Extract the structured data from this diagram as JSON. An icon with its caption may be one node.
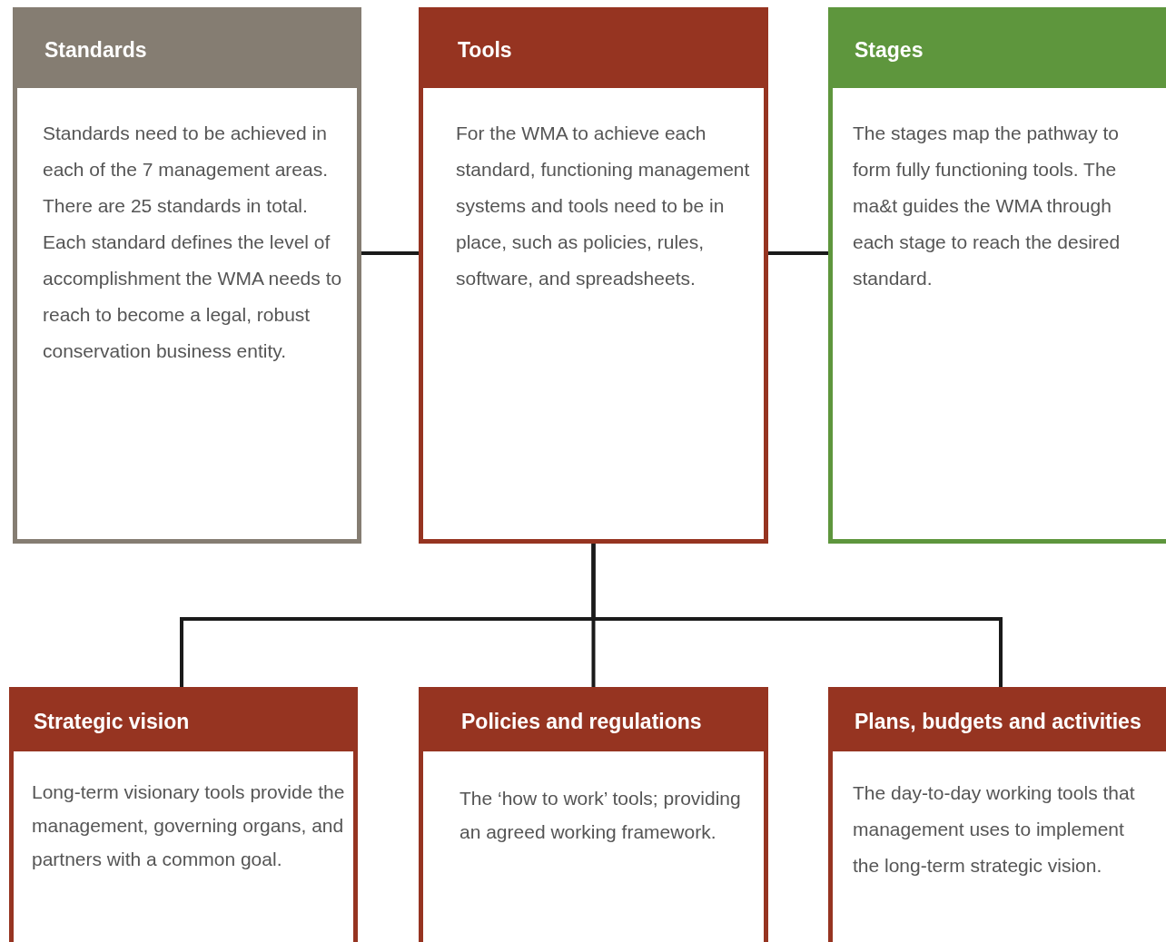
{
  "diagram": {
    "nodes": [
      {
        "text": [
          "Standards",
          "Standards need to be achieved in each of the 7 management areas. There are 25 standards in total. Each standard defines the level of accomplishment the WMA needs to reach to become a legal, robust conservation business entity."
        ]
      },
      {
        "text": [
          "Tools",
          "For the WMA to achieve each standard, functioning management systems and tools need to be in place, such as policies, rules, software, and spreadsheets."
        ]
      },
      {
        "text": [
          "Stages",
          "The stages map the pathway to form fully functioning tools. The ma&t guides the WMA through each stage to reach the desired standard."
        ]
      },
      {
        "text": [
          "Strategic vision",
          "Long-term visionary tools provide the management, governing organs, and partners with a common goal."
        ]
      },
      {
        "text": [
          "Policies and regulations",
          "The ‘how to work’ tools; providing an agreed working framework."
        ]
      },
      {
        "text": [
          "Plans, budgets and activities",
          "The day-to-day working tools that management uses to implement the long-term strategic vision."
        ]
      }
    ],
    "edges": [
      {
        "from": 0,
        "to": 1,
        "arrow": "none"
      },
      {
        "from": 1,
        "to": 2,
        "arrow": "none"
      },
      {
        "from": 1,
        "to": 3,
        "arrow": "none"
      },
      {
        "from": 1,
        "to": 4,
        "arrow": "none"
      },
      {
        "from": 1,
        "to": 5,
        "arrow": "none"
      }
    ]
  }
}
